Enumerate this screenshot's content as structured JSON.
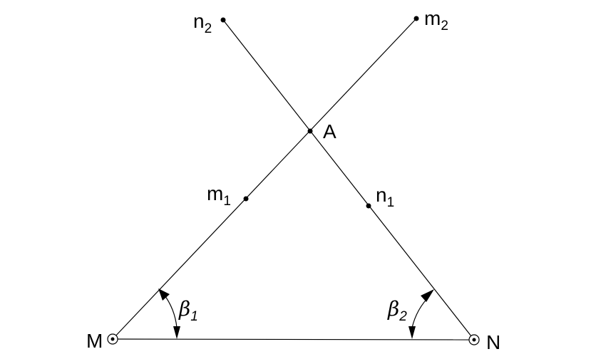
{
  "labels": {
    "n2": {
      "main": "n",
      "sub": "2"
    },
    "m2": {
      "main": "m",
      "sub": "2"
    },
    "A": "A",
    "m1": {
      "main": "m",
      "sub": "1"
    },
    "n1": {
      "main": "n",
      "sub": "1"
    },
    "beta1": {
      "main": "β",
      "sub": "1"
    },
    "beta2": {
      "main": "β",
      "sub": "2"
    },
    "M": "M",
    "N": "N"
  }
}
